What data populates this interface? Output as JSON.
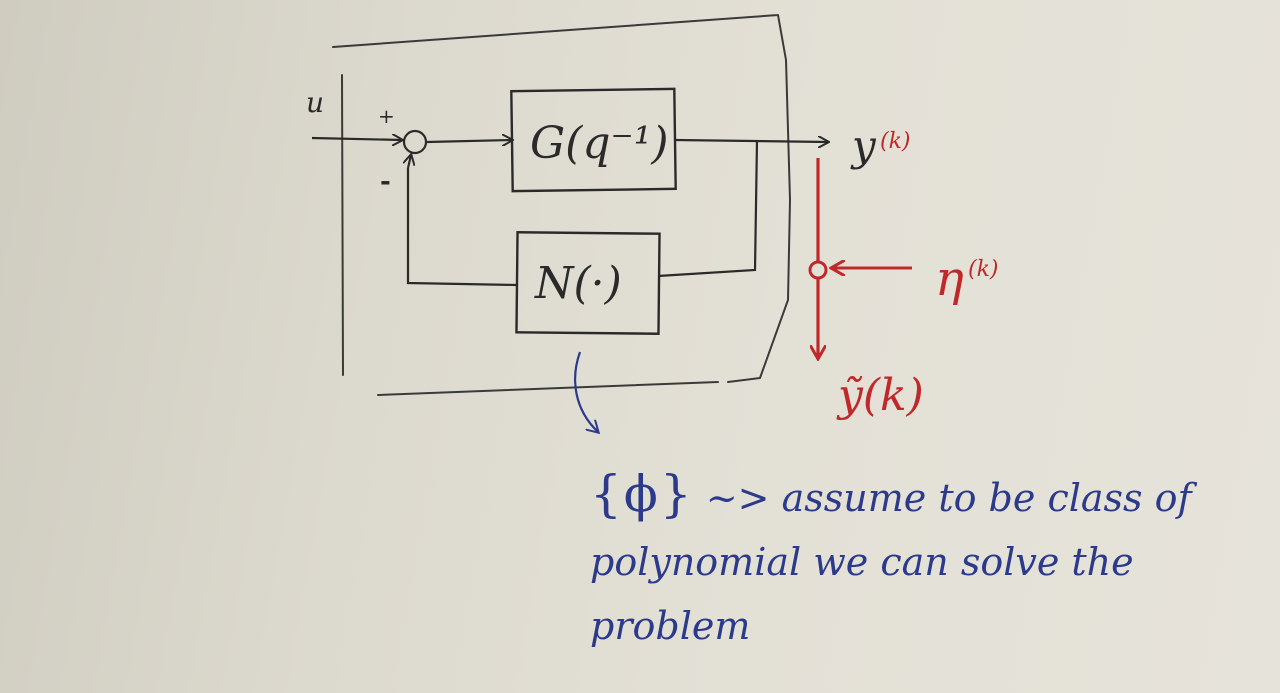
{
  "diagram": {
    "blocks": {
      "g_block": "G(q⁻¹)",
      "n_block": "N(·)"
    },
    "signals": {
      "input": "u",
      "output": "y",
      "output_index": "(k)",
      "noise": "η",
      "noise_index": "(k)",
      "measured": "ỹ(k)"
    },
    "junction_signs": {
      "plus": "+",
      "minus": "-"
    }
  },
  "note": {
    "symbol": "{ϕ}",
    "arrow": "~>",
    "line1": "assume to be class of",
    "line2": "polynomial we can solve the",
    "line3": "problem"
  },
  "colors": {
    "pencil": "#2a2a2a",
    "red_ink": "#c0282a",
    "blue_ink": "#2c3a8c",
    "paper": "#e3e0d6"
  }
}
